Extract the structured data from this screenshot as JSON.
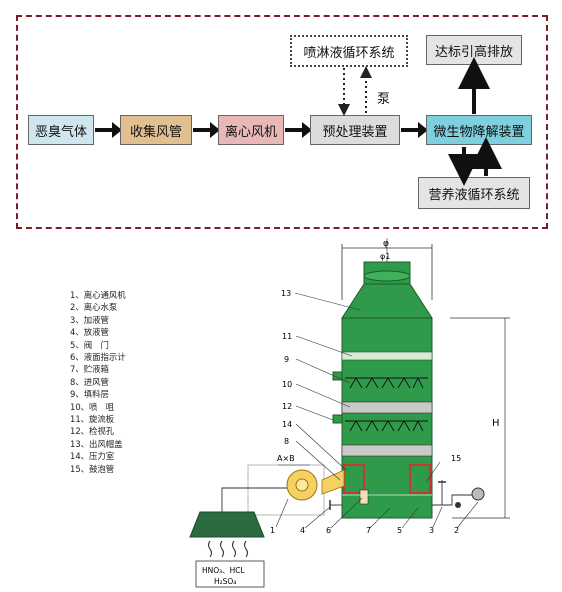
{
  "flow": {
    "nodes": {
      "odor_gas": "恶臭气体",
      "collect_duct": "收集风管",
      "fan": "离心风机",
      "pretreat": "预处理装置",
      "spray_loop": "喷淋液循环系统",
      "pump": "泵",
      "bio": "微生物降解装置",
      "discharge": "达标引高排放",
      "nutrient_loop": "营养液循环系统"
    }
  },
  "legend": {
    "items": [
      "1、离心通风机",
      "2、离心水泵",
      "3、加液管",
      "4、放液管",
      "5、阀　门",
      "6、液面指示计",
      "7、贮液箱",
      "8、进风管",
      "9、填料层",
      "10、喷　咀",
      "11、旋流板",
      "12、检视孔",
      "13、出风帽盖",
      "14、压力室",
      "15、鼓泡管"
    ]
  },
  "drawing": {
    "dim_phi": "φ",
    "dim_phi1": "φ1",
    "dim_h": "H",
    "dim_ab": "A×B",
    "tank_label_line1": "HNO₃、HCL",
    "tank_label_line2": "H₂SO₄",
    "callouts": [
      "13",
      "11",
      "9",
      "10",
      "12",
      "14",
      "8",
      "1",
      "4",
      "6",
      "7",
      "5",
      "3",
      "2",
      "15"
    ]
  },
  "colors": {
    "border": "#7a1f2a",
    "tower_green": "#2f9a4a",
    "pretreat_fill": "#dcdcdc",
    "bio_fill": "#7fd0de",
    "fan_fill": "#e8b8b8",
    "collect_fill": "#e0c090"
  }
}
